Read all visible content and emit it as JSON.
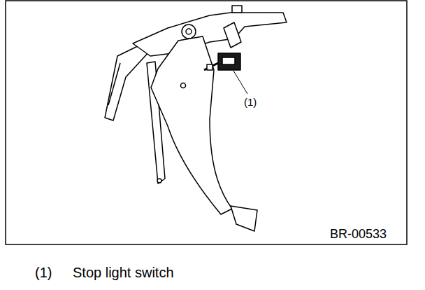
{
  "diagram": {
    "labels": [
      "(1)",
      "BR-00533",
      "(1)",
      "Stop light switch"
    ]
  }
}
